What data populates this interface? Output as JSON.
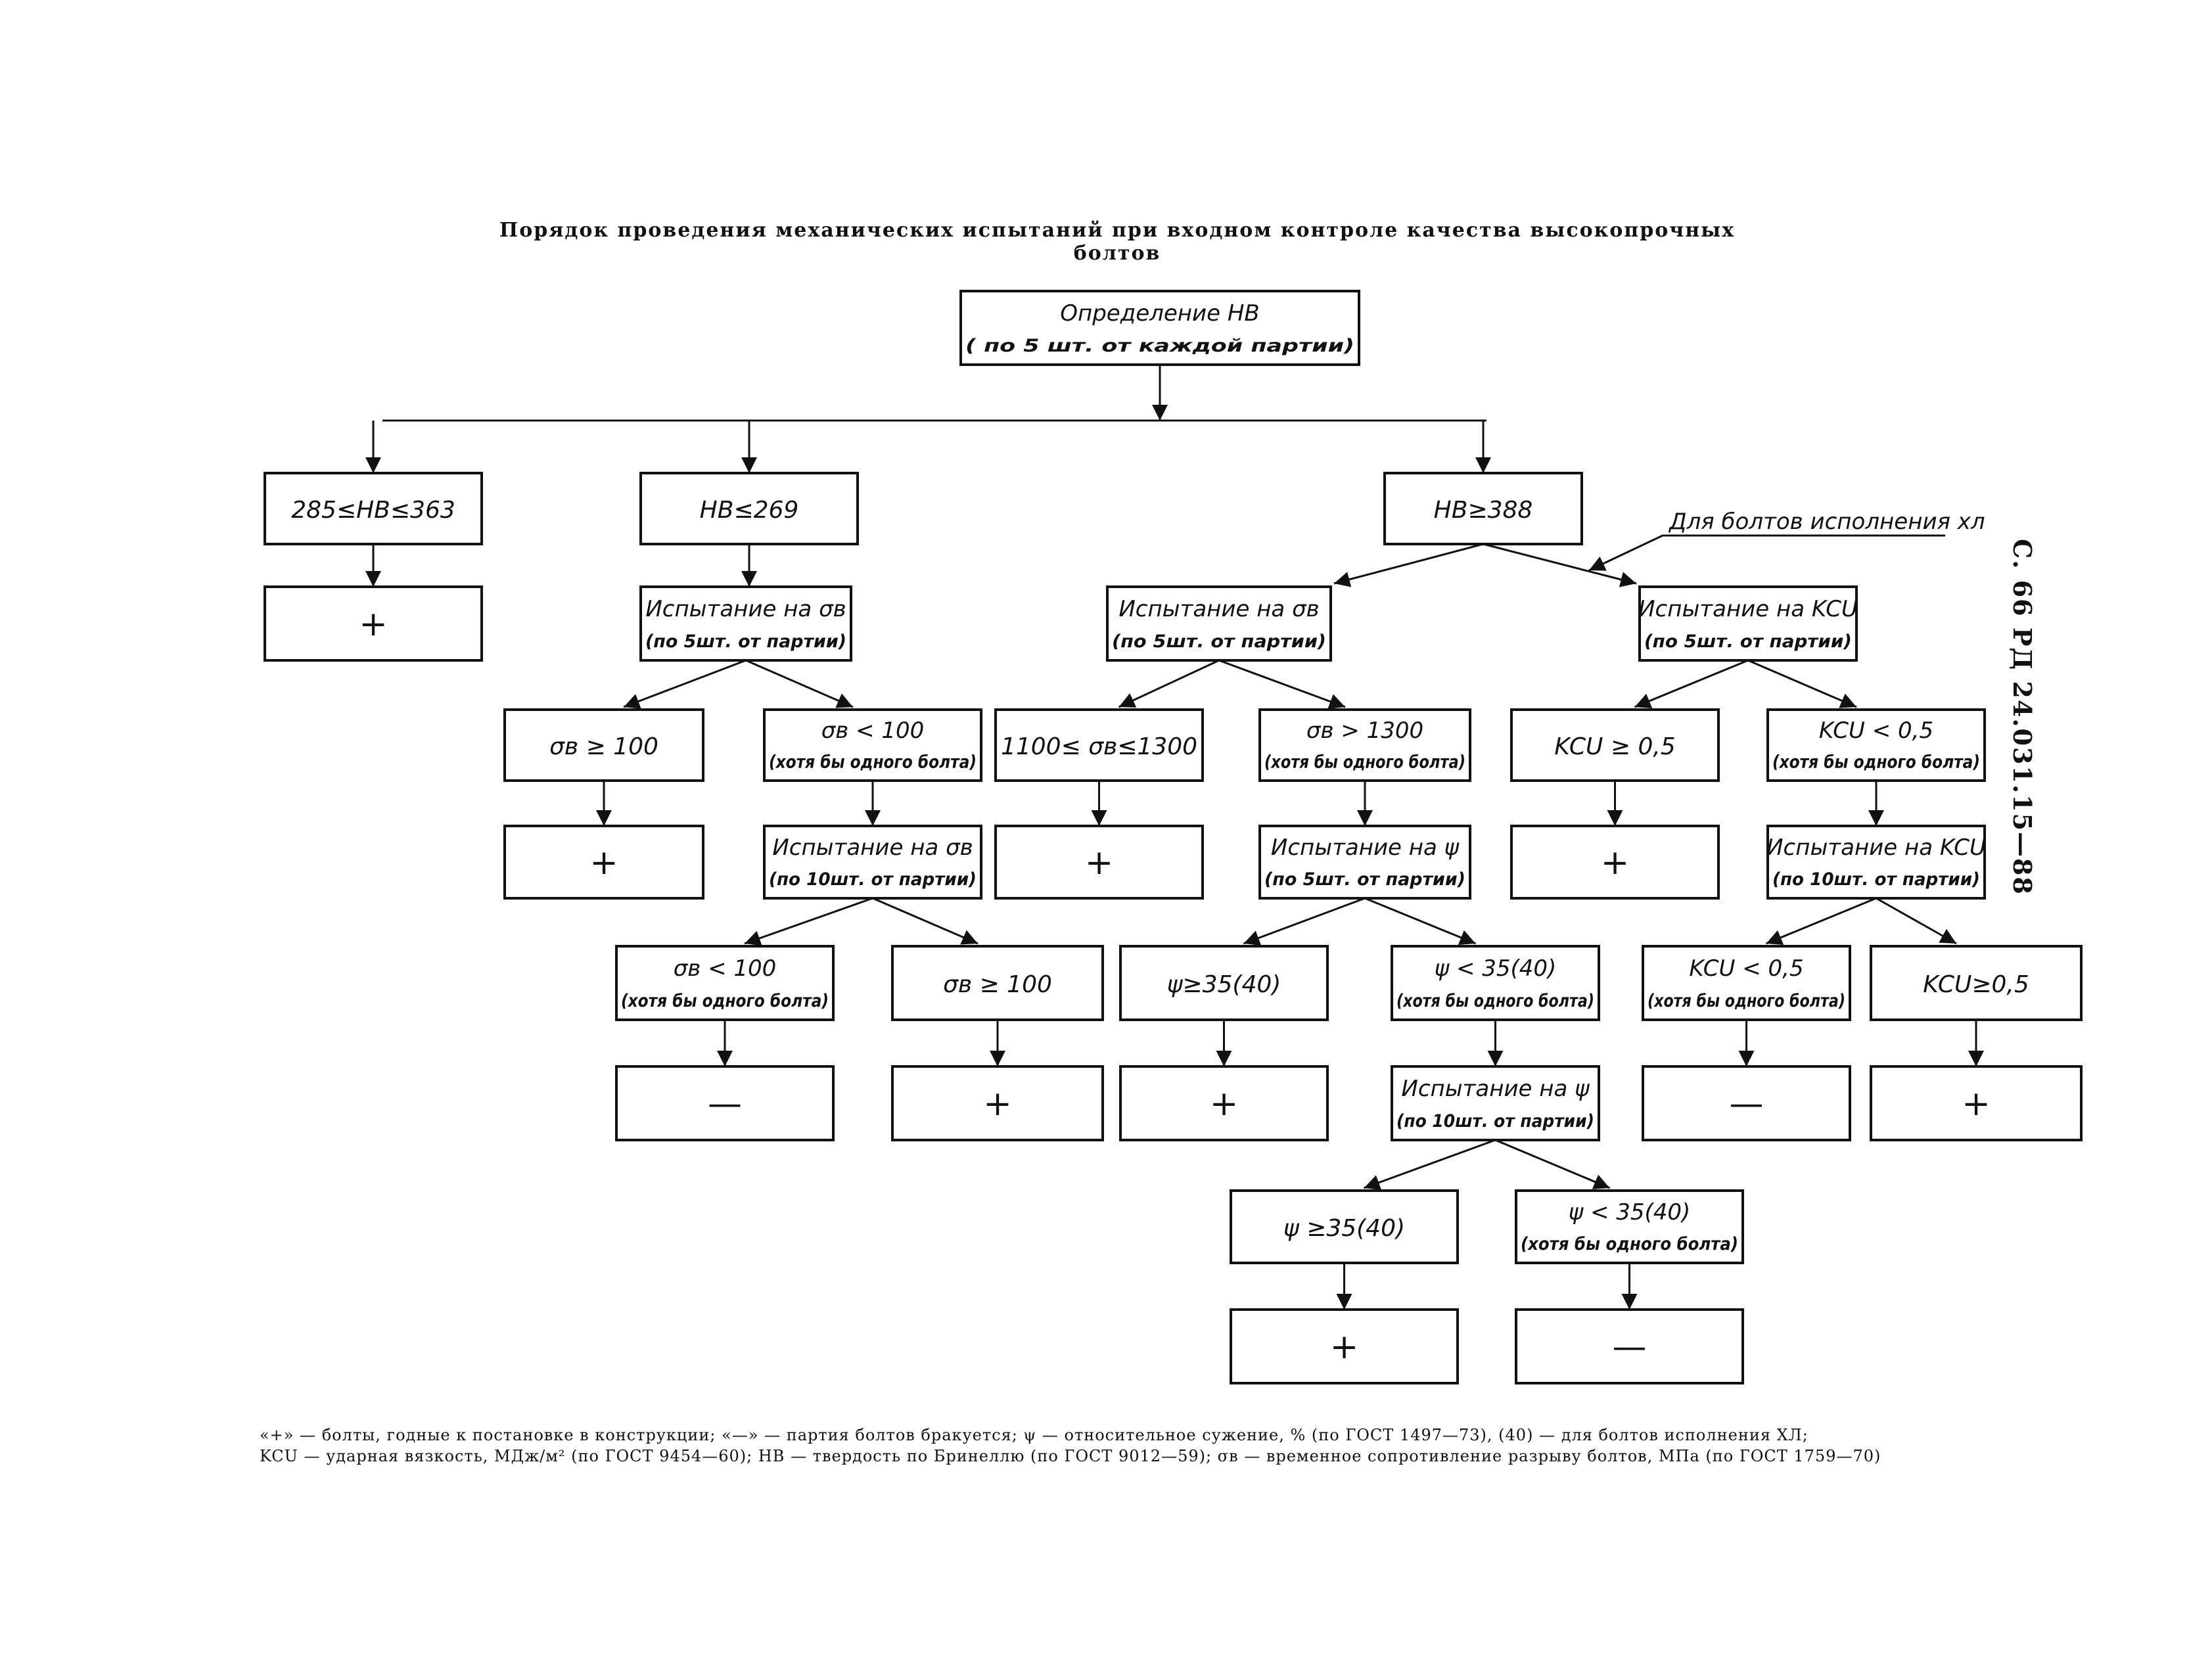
{
  "header": "С. 66 РД 24.031.15—88",
  "title": "Порядок проведения механических испытаний при входном контроле качества высокопрочных болтов",
  "boxes": {
    "root": [
      "Определение HB",
      "( по 5 шт. от каждой партии)"
    ],
    "hb_mid": [
      "285≤HB≤363"
    ],
    "hb_low": [
      "HB≤269"
    ],
    "hb_high": [
      "HB≥388"
    ],
    "res_mid": [
      "+"
    ],
    "test_sigma_a": [
      "Испытание на σв",
      "(по 5шт. от партии)"
    ],
    "test_sigma_b": [
      "Испытание на σв",
      "(по 5шт. от партии)"
    ],
    "test_kcu_a": [
      "Испытание на KCU",
      "(по 5шт. от партии)"
    ],
    "sigma_ge100_a": [
      "σв ≥ 100"
    ],
    "sigma_lt100_a": [
      "σв < 100",
      "(хотя бы одного болта)"
    ],
    "sigma_range": [
      "1100≤ σв≤1300"
    ],
    "sigma_gt1300": [
      "σв > 1300",
      "(хотя бы одного болта)"
    ],
    "kcu_ge_a": [
      "KCU ≥ 0,5"
    ],
    "kcu_lt_a": [
      "KCU < 0,5",
      "(хотя бы одного болта)"
    ],
    "res_a1": [
      "+"
    ],
    "test_sigma_c": [
      "Испытание на σв",
      "(по 10шт. от партии)"
    ],
    "res_b1": [
      "+"
    ],
    "test_psi_a": [
      "Испытание на ψ",
      "(по 5шт. от партии)"
    ],
    "res_c1": [
      "+"
    ],
    "test_kcu_b": [
      "Испытание на KCU",
      "(по 10шт. от партии)"
    ],
    "sigma_lt100_b": [
      "σв < 100",
      "(хотя бы одного болта)"
    ],
    "sigma_ge100_b": [
      "σв ≥ 100"
    ],
    "psi_ge_a": [
      "ψ≥35(40)"
    ],
    "psi_lt_a": [
      "ψ < 35(40)",
      "(хотя бы одного болта)"
    ],
    "kcu_lt_b": [
      "KCU < 0,5",
      "(хотя бы одного болта)"
    ],
    "kcu_ge_b": [
      "KCU≥0,5"
    ],
    "res_minus_a": [
      "—"
    ],
    "res_plus_a": [
      "+"
    ],
    "res_plus_b": [
      "+"
    ],
    "test_psi_b": [
      "Испытание на ψ",
      "(по 10шт. от партии)"
    ],
    "res_minus_b": [
      "—"
    ],
    "res_plus_c": [
      "+"
    ],
    "psi_ge_b": [
      "ψ ≥35(40)"
    ],
    "psi_lt_b": [
      "ψ < 35(40)",
      "(хотя бы одного болта)"
    ],
    "res_plus_d": [
      "+"
    ],
    "res_minus_c": [
      "—"
    ]
  },
  "callout": "Для болтов исполнения хл",
  "legend": [
    "«+» — болты, годные к постановке в конструкции; «—» — партия болтов бракуется; ψ — относительное сужение, % (по ГОСТ 1497—73), (40) — для болтов исполнения ХЛ;",
    "KCU — ударная вязкость, МДж/м² (по ГОСТ 9454—60); HB — твердость по Бринеллю (по ГОСТ 9012—59); σв — временное сопротивление разрыву болтов, МПа (по ГОСТ 1759—70)"
  ]
}
